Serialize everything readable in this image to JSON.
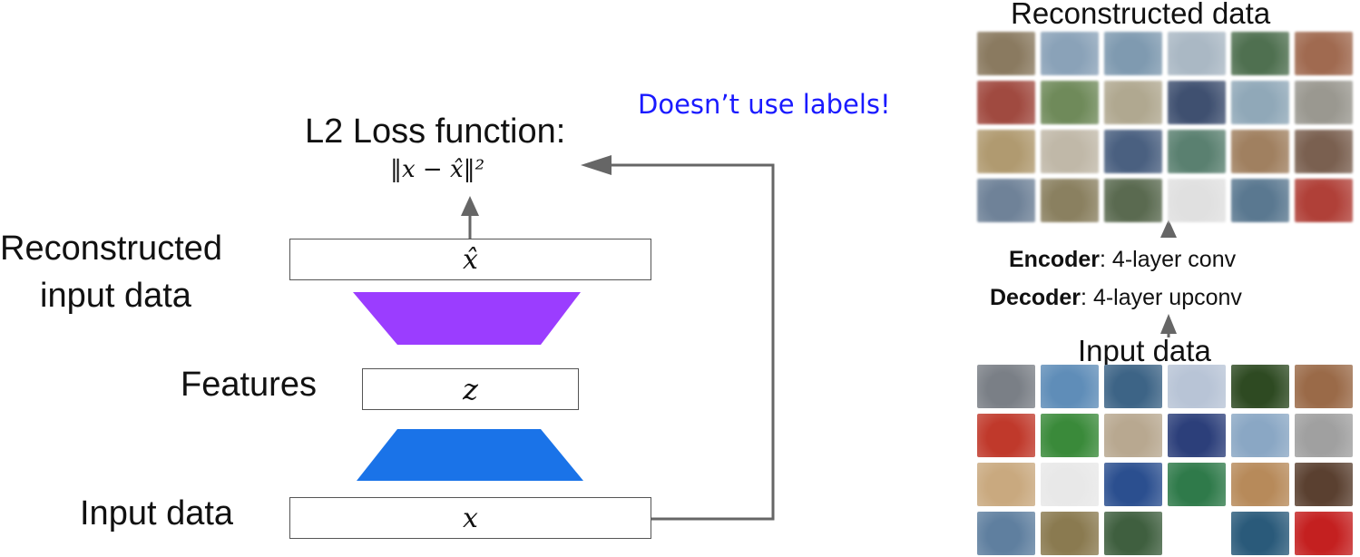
{
  "left": {
    "loss_title": "L2 Loss function:",
    "loss_formula": "‖x − x̂‖²",
    "note": "Doesn’t use labels!",
    "reconstructed_label_line1": "Reconstructed",
    "reconstructed_label_line2": "input data",
    "features_label": "Features",
    "input_label": "Input data",
    "box_top_symbol": "x̂",
    "box_mid_symbol": "z",
    "box_bottom_symbol": "x"
  },
  "right": {
    "recon_title": "Reconstructed data",
    "input_title": "Input data",
    "encoder_label": "Encoder",
    "encoder_desc": ": 4-layer conv",
    "decoder_label": "Decoder",
    "decoder_desc": ": 4-layer upconv"
  },
  "colors": {
    "decoder_trapezoid": "#9b3dff",
    "encoder_trapezoid": "#1a73e8",
    "note_text": "#1a1aff",
    "arrow": "#666666"
  },
  "input_images": [
    [
      "#7a7f86",
      "#5f8db8",
      "#3d6486",
      "#b8c4d6",
      "#2e4a22",
      "#9a6a48"
    ],
    [
      "#c0392b",
      "#3a8a3a",
      "#b8a890",
      "#2c3f7a",
      "#8aa7c4",
      "#a0a0a0"
    ],
    [
      "#c9a97f",
      "#e8e8e8",
      "#2b4f8f",
      "#2f7a4a",
      "#b78a5a",
      "#5a4030"
    ],
    [
      "#5f7f9f",
      "#8a7a50",
      "#3f5f3f",
      "#ffffff",
      "#2a5a7a",
      "#c42020"
    ]
  ],
  "recon_images": [
    [
      "#8a7a60",
      "#8aa2b8",
      "#7f9ab0",
      "#aab8c4",
      "#4f7050",
      "#a06a50"
    ],
    [
      "#a04a40",
      "#6f8a5a",
      "#b0a890",
      "#3f5070",
      "#90a8b8",
      "#9a9890"
    ],
    [
      "#b09a70",
      "#c0b8a8",
      "#4a6080",
      "#5a8070",
      "#a08060",
      "#7a6050"
    ],
    [
      "#6f8298",
      "#8a8060",
      "#5a6a50",
      "#e0e0e0",
      "#5a7890",
      "#b04038"
    ]
  ]
}
